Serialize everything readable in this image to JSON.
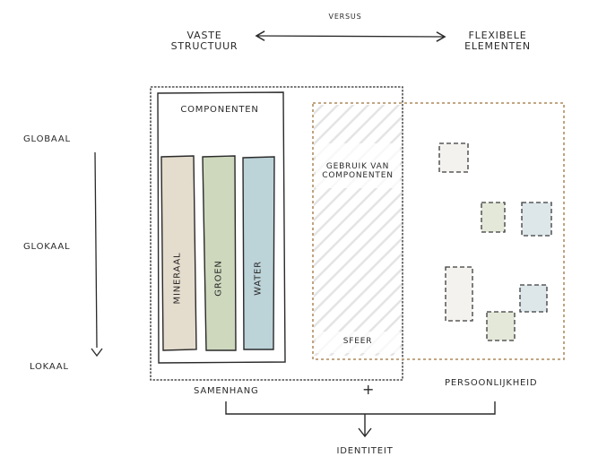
{
  "header": {
    "left_label_line1": "Vaste",
    "left_label_line2": "structuur",
    "center_label": "versus",
    "right_label_line1": "Flexibele",
    "right_label_line2": "elementen"
  },
  "scale": {
    "top": "Globaal",
    "middle": "Glokaal",
    "bottom": "Lokaal",
    "arrow_direction": "down"
  },
  "structure_box": {
    "title": "Componenten",
    "components": [
      {
        "label": "Mineraal",
        "color": "#e4dccd"
      },
      {
        "label": "Groen",
        "color": "#cdd8bd"
      },
      {
        "label": "Water",
        "color": "#bcd3d8"
      }
    ]
  },
  "usage_zone": {
    "title_line1": "Gebruik van",
    "title_line2": "componenten",
    "footer": "Sfeer"
  },
  "flexible_elements": [
    {
      "type": "neutral",
      "color": "#f3f2ee"
    },
    {
      "type": "green",
      "color": "#e3e8d9"
    },
    {
      "type": "water",
      "color": "#dde7ea"
    },
    {
      "type": "neutral",
      "color": "#f3f2ee"
    },
    {
      "type": "green",
      "color": "#e3e8d9"
    },
    {
      "type": "water",
      "color": "#dde7ea"
    }
  ],
  "footer": {
    "left": "Samenhang",
    "operator": "+",
    "right": "Persoonlijkheid",
    "result": "Identiteit"
  },
  "colors": {
    "ink": "#2a2a2a",
    "dotted_tan": "#b99a72",
    "hatch": "#e6e6e6"
  }
}
